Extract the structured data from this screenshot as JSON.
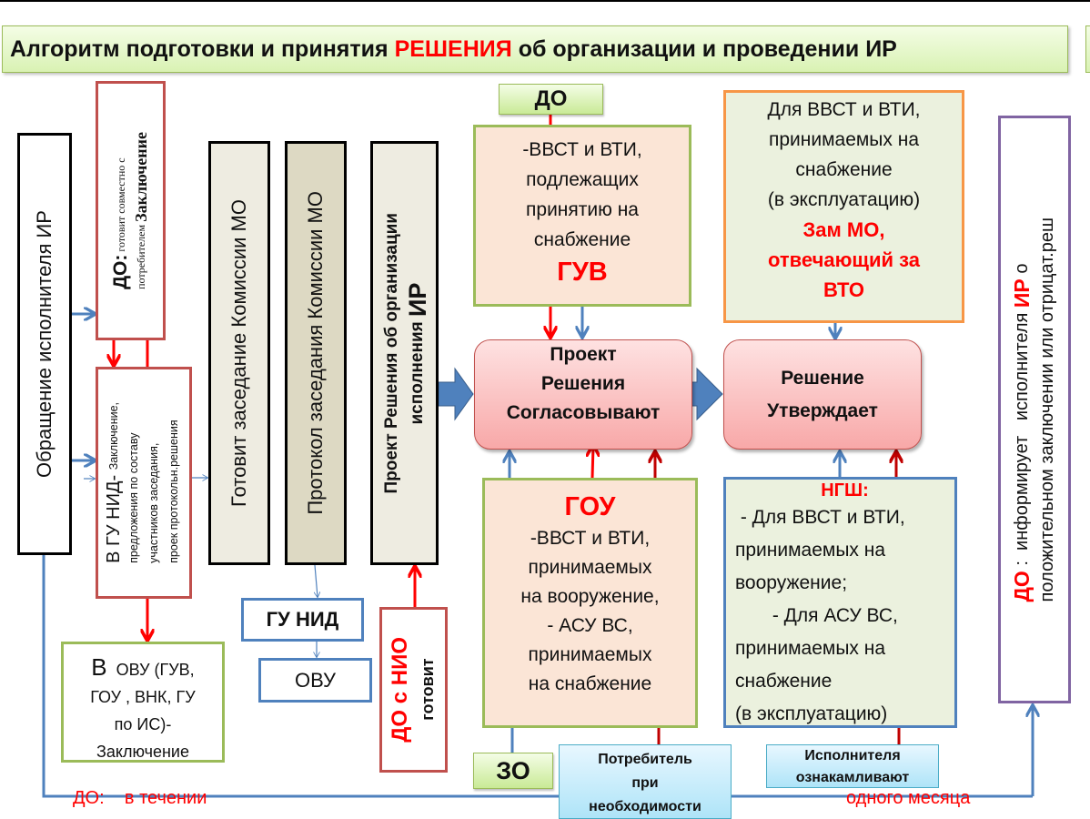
{
  "title": {
    "prefix": "Алгоритм подготовки и принятия",
    "highlight": "РЕШЕНИЯ",
    "suffix": "об организации и проведении ИР"
  },
  "left": {
    "obrashchenie": "Обращение исполнителя  ИР",
    "do_box": {
      "label": "ДО:",
      "text1": "готовит    совместно    с",
      "text2": "потребителем",
      "bold": "Заключение"
    },
    "gunid_box": {
      "big": "В ГУ НИД- ",
      "line1": "Заключение,",
      "line2": "предложения по составу",
      "line3": "участников  заседания,",
      "line4": "проек  протокольн.решения"
    },
    "ovu_green": {
      "big": "В",
      "line1": "ОВУ (ГУВ,",
      "line2": "ГОУ , ВНК, ГУ",
      "line3": "по ИС)-",
      "line4": "Заключение"
    },
    "komis1": "Готовит заседание Комиссии МО",
    "komis2": "Протокол заседания Комиссии МО",
    "proekt": {
      "line1": "Проект Решения об организации",
      "line2": "исполнения ",
      "big": "ИР"
    },
    "gunid2": "ГУ НИД",
    "ovu2": "ОВУ",
    "donio": {
      "red": "ДО  с  НИО",
      "black": "готовит"
    }
  },
  "center": {
    "do_label": "ДО",
    "guv_box": {
      "lines": [
        "-ВВСТ и ВТИ,",
        "подлежащих",
        "принятию на",
        "снабжение"
      ],
      "red": "ГУВ"
    },
    "soglas": [
      "Проект",
      "Решения",
      "Согласовывают"
    ],
    "gou_box": {
      "red": "ГОУ",
      "lines": [
        "-ВВСТ и ВТИ,",
        "принимаемых",
        "на вооружение,",
        "- АСУ ВС,",
        "принимаемых",
        "на снабжение"
      ]
    },
    "zo_label": "ЗО",
    "potreb": [
      "Потребитель",
      "при",
      "необходимости"
    ],
    "ispoln": [
      "Исполнителя",
      "ознакамливают"
    ]
  },
  "right": {
    "zam_box": {
      "lines": [
        "Для ВВСТ и ВТИ,",
        "принимаемых на",
        "снабжение",
        "(в эксплуатацию)"
      ],
      "red": [
        "Зам МО,",
        "отвечающий за",
        "ВТО"
      ]
    },
    "utverzh": [
      "Решение",
      "Утверждает"
    ],
    "ngsh_box": {
      "red": "НГШ:",
      "lines": [
        " - Для ВВСТ и ВТИ,",
        "принимаемых на",
        "вооружение;",
        "       - Для АСУ ВС,",
        "принимаемых на",
        "снабжение",
        "(в эксплуатацию)"
      ]
    },
    "inform": {
      "red": "ДО",
      "text1": " :  информирует   исполнителя ",
      "red2": "ИР",
      "text2": " о",
      "line2": "положительном заключении или отрицат.реш"
    }
  },
  "footer": {
    "left": "ДО:    в течении",
    "right": "одного месяца"
  },
  "colors": {
    "red": "#ff0000",
    "blue_arrow": "#4f81bd",
    "dark_red": "#c00000",
    "green_border": "#9bbb59",
    "orange_border": "#f79646",
    "purple_border": "#8064a2"
  }
}
